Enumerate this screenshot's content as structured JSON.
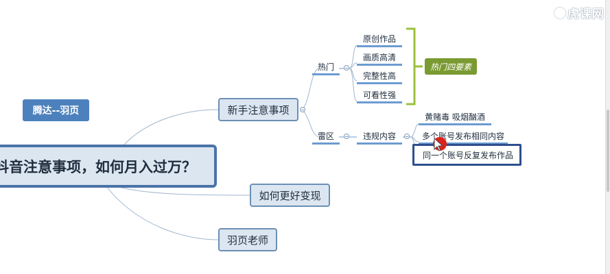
{
  "watermark": {
    "text": "虎课网"
  },
  "mindmap": {
    "floating_label": "腾达--羽页",
    "central": "抖音注意事项，如何月入过万？",
    "branches": {
      "newbie": "新手注意事项",
      "monetize": "如何更好变现",
      "teacher": "羽页老师"
    },
    "hot": {
      "label": "热门",
      "items": [
        "原创作品",
        "画质高清",
        "完整性高",
        "可看性强"
      ],
      "summary": "热门四要素"
    },
    "mine": {
      "label": "雷区",
      "sub": "违规内容",
      "items": [
        "黄赌毒  吸烟酗酒",
        "多个账号发布相同内容",
        "同一个账号反复发布作品"
      ]
    }
  },
  "colors": {
    "node_fill": "#dce6f1",
    "node_border": "#6b8fb5",
    "central_border": "#4a74a8",
    "floating_fill": "#4d81bd",
    "summary_fill": "#7a9a32",
    "topic_underline": "#6c9bd2",
    "connector": "#9fb6cc",
    "bracket": "#9cc03c",
    "pointer": "#e0211b"
  }
}
